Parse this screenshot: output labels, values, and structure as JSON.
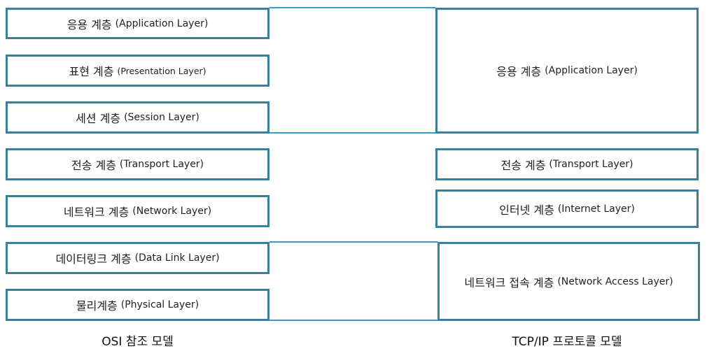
{
  "osi": {
    "layers": [
      {
        "ko": "응용 계층",
        "en": "(Application Layer)"
      },
      {
        "ko": "표현 계층",
        "en": "(Presentation Layer)"
      },
      {
        "ko": "세션 계층",
        "en": "(Session Layer)"
      },
      {
        "ko": "전송 계층",
        "en": "(Transport Layer)"
      },
      {
        "ko": "네트워크 계층",
        "en": "(Network Layer)"
      },
      {
        "ko": "데이터링크 계층",
        "en": "(Data Link Layer)"
      },
      {
        "ko": "물리계층",
        "en": "(Physical Layer)"
      }
    ],
    "caption": "OSI 참조 모델"
  },
  "tcpip": {
    "layers": [
      {
        "ko": "응용 계층",
        "en": "(Application Layer)"
      },
      {
        "ko": "전송 계층",
        "en": "(Transport Layer)"
      },
      {
        "ko": "인터넷 계층",
        "en": "(Internet Layer)"
      },
      {
        "ko": "네트워크 접속 계층",
        "en": "(Network Access Layer)"
      }
    ],
    "caption": "TCP/IP 프로토콜 모델"
  },
  "colors": {
    "border": "#3a7f9c",
    "connector": "#3a9ec9"
  }
}
